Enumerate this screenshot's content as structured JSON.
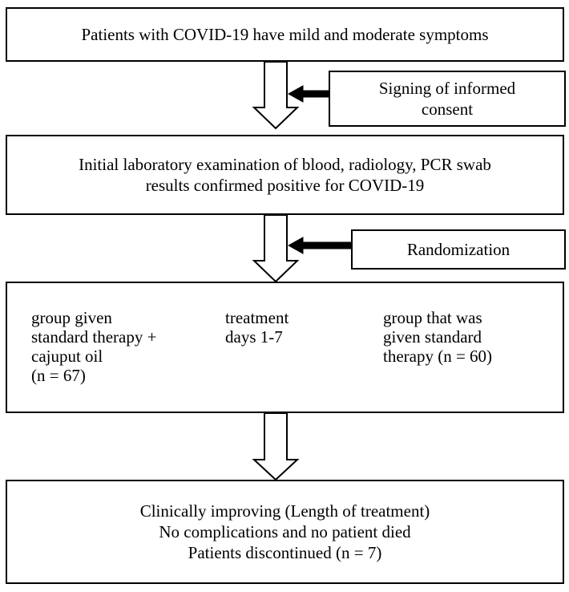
{
  "top_box": {
    "text": "Patients with COVID-19 have mild and moderate symptoms"
  },
  "consent_box": {
    "lines": [
      "Signing of informed",
      "consent"
    ]
  },
  "exam_box": {
    "lines": [
      "Initial laboratory examination of blood, radiology, PCR swab",
      "results confirmed positive for COVID-19"
    ]
  },
  "randomization_box": {
    "text": "Randomization"
  },
  "groups_box": {
    "left": [
      "group given",
      "standard therapy +",
      "cajuput oil",
      "(n = 67)"
    ],
    "middle": [
      "treatment",
      "days 1-7"
    ],
    "right": [
      "group that was",
      "given standard",
      "therapy (n = 60)"
    ]
  },
  "outcome_box": {
    "lines": [
      "Clinically improving (Length of treatment)",
      "No complications and no patient died",
      "Patients discontinued (n = 7)"
    ]
  }
}
